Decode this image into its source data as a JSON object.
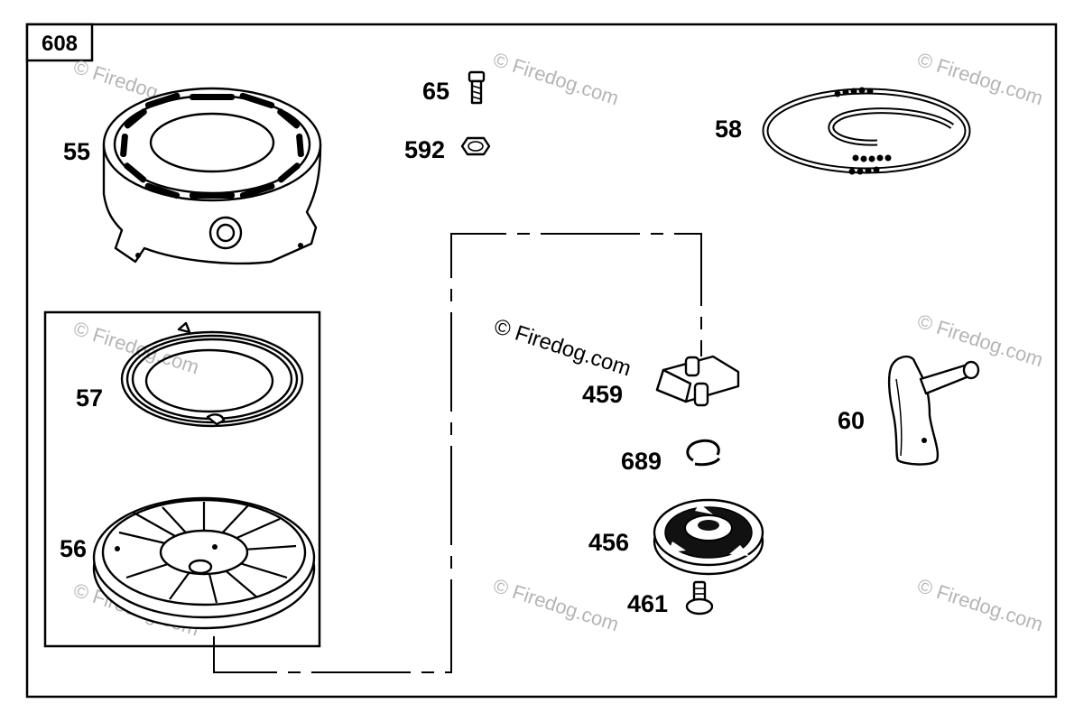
{
  "diagram": {
    "box_label": "608",
    "watermark": "© Firedog.com",
    "parts": [
      {
        "id": "p55",
        "number": "55"
      },
      {
        "id": "p65",
        "number": "65"
      },
      {
        "id": "p592",
        "number": "592"
      },
      {
        "id": "p58",
        "number": "58"
      },
      {
        "id": "p57",
        "number": "57"
      },
      {
        "id": "p56",
        "number": "56"
      },
      {
        "id": "p459",
        "number": "459"
      },
      {
        "id": "p689",
        "number": "689"
      },
      {
        "id": "p456",
        "number": "456"
      },
      {
        "id": "p461",
        "number": "461"
      },
      {
        "id": "p60",
        "number": "60"
      }
    ]
  }
}
